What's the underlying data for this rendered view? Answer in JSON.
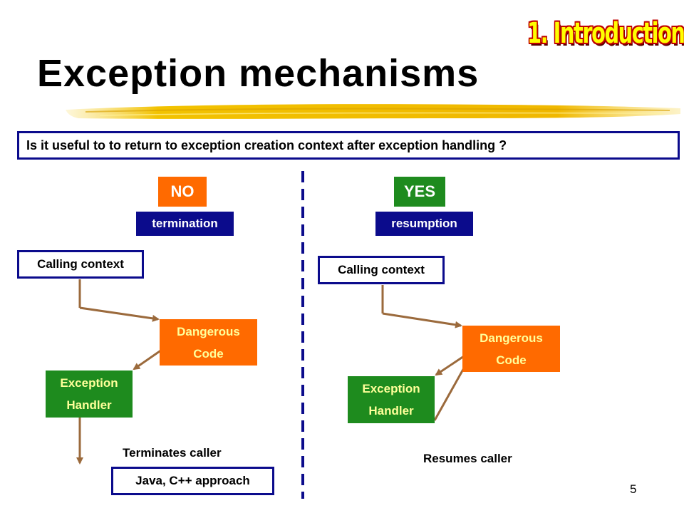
{
  "slide": {
    "section_tag": "1. Introduction",
    "title": "Exception mechanisms",
    "question": "Is it useful to  to return  to exception creation context after exception handling ?",
    "page_number": "5",
    "colors": {
      "navy": "#0b0b8c",
      "orange": "#ff6a00",
      "green": "#1e8b1e",
      "arrow": "#9b6a3c",
      "divider": "#0b0b8c",
      "brush": "#f2c200"
    }
  },
  "left": {
    "answer": "NO",
    "mechanism": "termination",
    "calling_context": "Calling context",
    "dangerous_line1": "Dangerous",
    "dangerous_line2": "Code",
    "handler_line1": "Exception",
    "handler_line2": "Handler",
    "caption": "Terminates caller",
    "approach": "Java, C++ approach"
  },
  "right": {
    "answer": "YES",
    "mechanism": "resumption",
    "calling_context": "Calling context",
    "dangerous_line1": "Dangerous",
    "dangerous_line2": "Code",
    "handler_line1": "Exception",
    "handler_line2": "Handler",
    "caption": "Resumes caller"
  }
}
